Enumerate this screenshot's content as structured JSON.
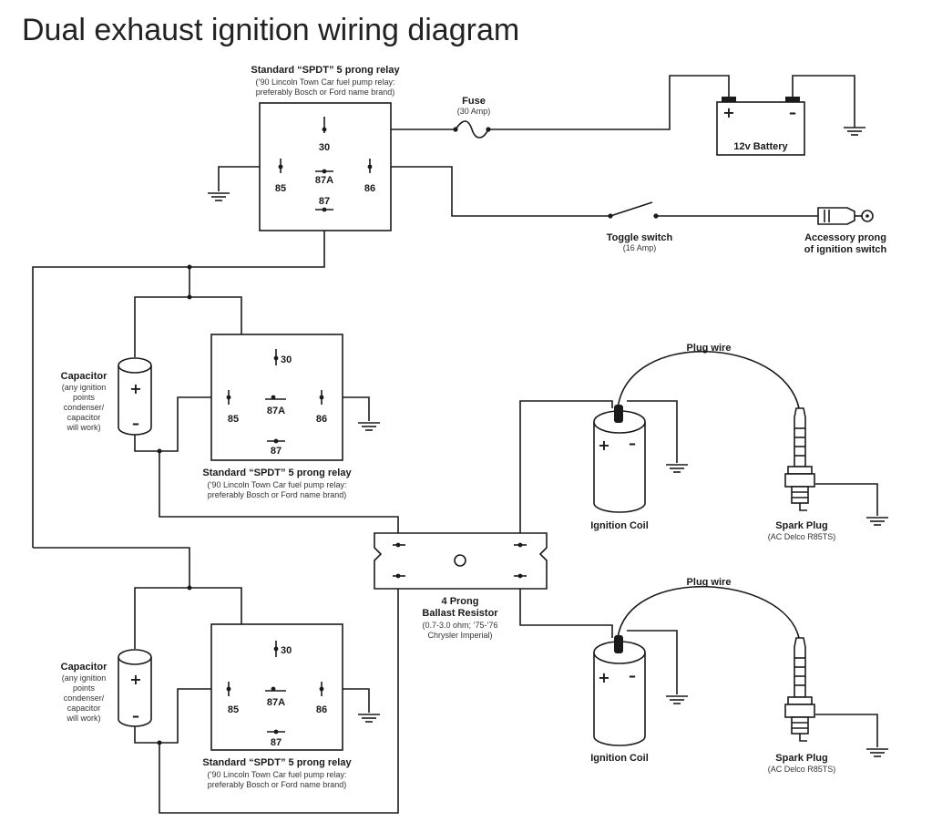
{
  "title": "Dual exhaust ignition wiring diagram",
  "relay": {
    "title": "Standard “SPDT” 5 prong relay",
    "note1": "(’90 Lincoln Town Car fuel pump relay:",
    "note2": "preferably Bosch or Ford name brand)",
    "pins": {
      "p30": "30",
      "p85": "85",
      "p86": "86",
      "p87": "87",
      "p87a": "87A"
    }
  },
  "fuse": {
    "label": "Fuse",
    "rating": "(30 Amp)"
  },
  "battery": {
    "label": "12v Battery",
    "plus": "+",
    "minus": "–"
  },
  "toggle": {
    "label": "Toggle switch",
    "rating": "(16 Amp)"
  },
  "accessory": {
    "line1": "Accessory prong",
    "line2": "of ignition switch"
  },
  "capacitor": {
    "label": "Capacitor",
    "note": [
      "(any ignition",
      "points",
      "condenser/",
      "capacitor",
      "will work)"
    ],
    "plus": "+",
    "minus": "–"
  },
  "plug_wire": "Plug wire",
  "coil": {
    "label": "Ignition Coil",
    "plus": "+",
    "minus": "–"
  },
  "spark_plug": {
    "label": "Spark Plug",
    "model": "(AC Delco R85TS)"
  },
  "ballast": {
    "line1": "4 Prong",
    "line2": "Ballast Resistor",
    "note1": "(0.7-3.0 ohm; ’75-’76",
    "note2": "Chrysler Imperial)"
  }
}
